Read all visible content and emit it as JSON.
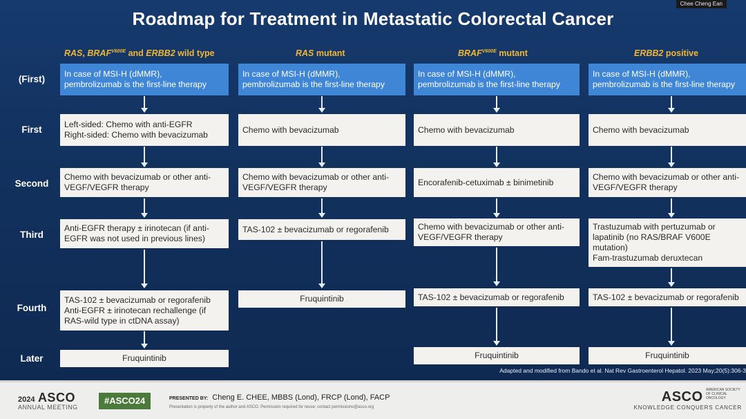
{
  "presenter_tag": "Chee Cheng Ean",
  "title": "Roadmap for Treatment in Metastatic Colorectal Cancer",
  "column_headers": {
    "c1": {
      "ras": "RAS",
      "sep1": ", ",
      "braf": "BRAF",
      "sup": "V600E",
      "mid": " and ",
      "erbb2": "ERBB2",
      "tail": " wild type"
    },
    "c2": {
      "ras": "RAS",
      "tail": " mutant"
    },
    "c3": {
      "braf": "BRAF",
      "sup": "V600E",
      "tail": " mutant"
    },
    "c4": {
      "erbb2": "ERBB2",
      "tail": " positive"
    }
  },
  "row_labels": {
    "first_paren": "(First)",
    "first": "First",
    "second": "Second",
    "third": "Third",
    "fourth": "Fourth",
    "later": "Later"
  },
  "boxes": {
    "c1": {
      "r0": "In case of MSI-H (dMMR),\npembrolizumab is the first-line therapy",
      "r1": "Left-sided: Chemo with anti-EGFR\nRight-sided: Chemo with bevacizumab",
      "r2": "Chemo with bevacizumab or other anti-\nVEGF/VEGFR therapy",
      "r3": "Anti-EGFR therapy ± irinotecan (if anti-\nEGFR was not used in previous lines)",
      "r4": "TAS-102 ± bevacizumab or regorafenib\nAnti-EGFR ± irinotecan rechallenge (if\nRAS-wild type in ctDNA assay)",
      "r5": "Fruquintinib"
    },
    "c2": {
      "r0": "In case of MSI-H (dMMR),\npembrolizumab is the first-line therapy",
      "r1": "Chemo with bevacizumab",
      "r2": "Chemo with bevacizumab or other anti-\nVEGF/VEGFR therapy",
      "r3": "TAS-102 ± bevacizumab or regorafenib",
      "r4": "Fruquintinib"
    },
    "c3": {
      "r0": "In case of MSI-H (dMMR),\npembrolizumab is the first-line therapy",
      "r1": "Chemo with bevacizumab",
      "r2": "Encorafenib-cetuximab ± binimetinib",
      "r3": "Chemo with bevacizumab or other anti-\nVEGF/VEGFR therapy",
      "r4": "TAS-102 ± bevacizumab or regorafenib",
      "r5": "Fruquintinib"
    },
    "c4": {
      "r0": "In case of MSI-H (dMMR),\npembrolizumab is the first-line therapy",
      "r1": "Chemo with bevacizumab",
      "r2": "Chemo with bevacizumab or other anti-\nVEGF/VEGFR therapy",
      "r3": "Trastuzumab with pertuzumab or\nlapatinib (no RAS/BRAF V600E\nmutation)\nFam-trastuzumab deruxtecan",
      "r4": "TAS-102 ± bevacizumab or regorafenib",
      "r5": "Fruquintinib"
    }
  },
  "citation": "Adapted and modified from Bando et al. Nat Rev Gastroenterol Hepatol. 2023 May;20(5):306-3",
  "footer": {
    "year": "2024",
    "asco": "ASCO",
    "annual_meeting": "ANNUAL MEETING",
    "hashtag": "#ASCO24",
    "presented_by_label": "PRESENTED BY:",
    "presenter": "Cheng E. CHEE, MBBS (Lond), FRCP (Lond), FACP",
    "disclaimer": "Presentation is property of the author and ASCO. Permission required for reuse; contact permissions@asco.org",
    "right_asco": "ASCO",
    "society": "AMERICAN SOCIETY OF CLINICAL ONCOLOGY",
    "tagline": "KNOWLEDGE CONQUERS CANCER"
  },
  "colors": {
    "slide_bg": "#12325f",
    "msi_box": "#3f86d6",
    "header_gold": "#f2b632",
    "box_bg": "#f3f2ee"
  }
}
